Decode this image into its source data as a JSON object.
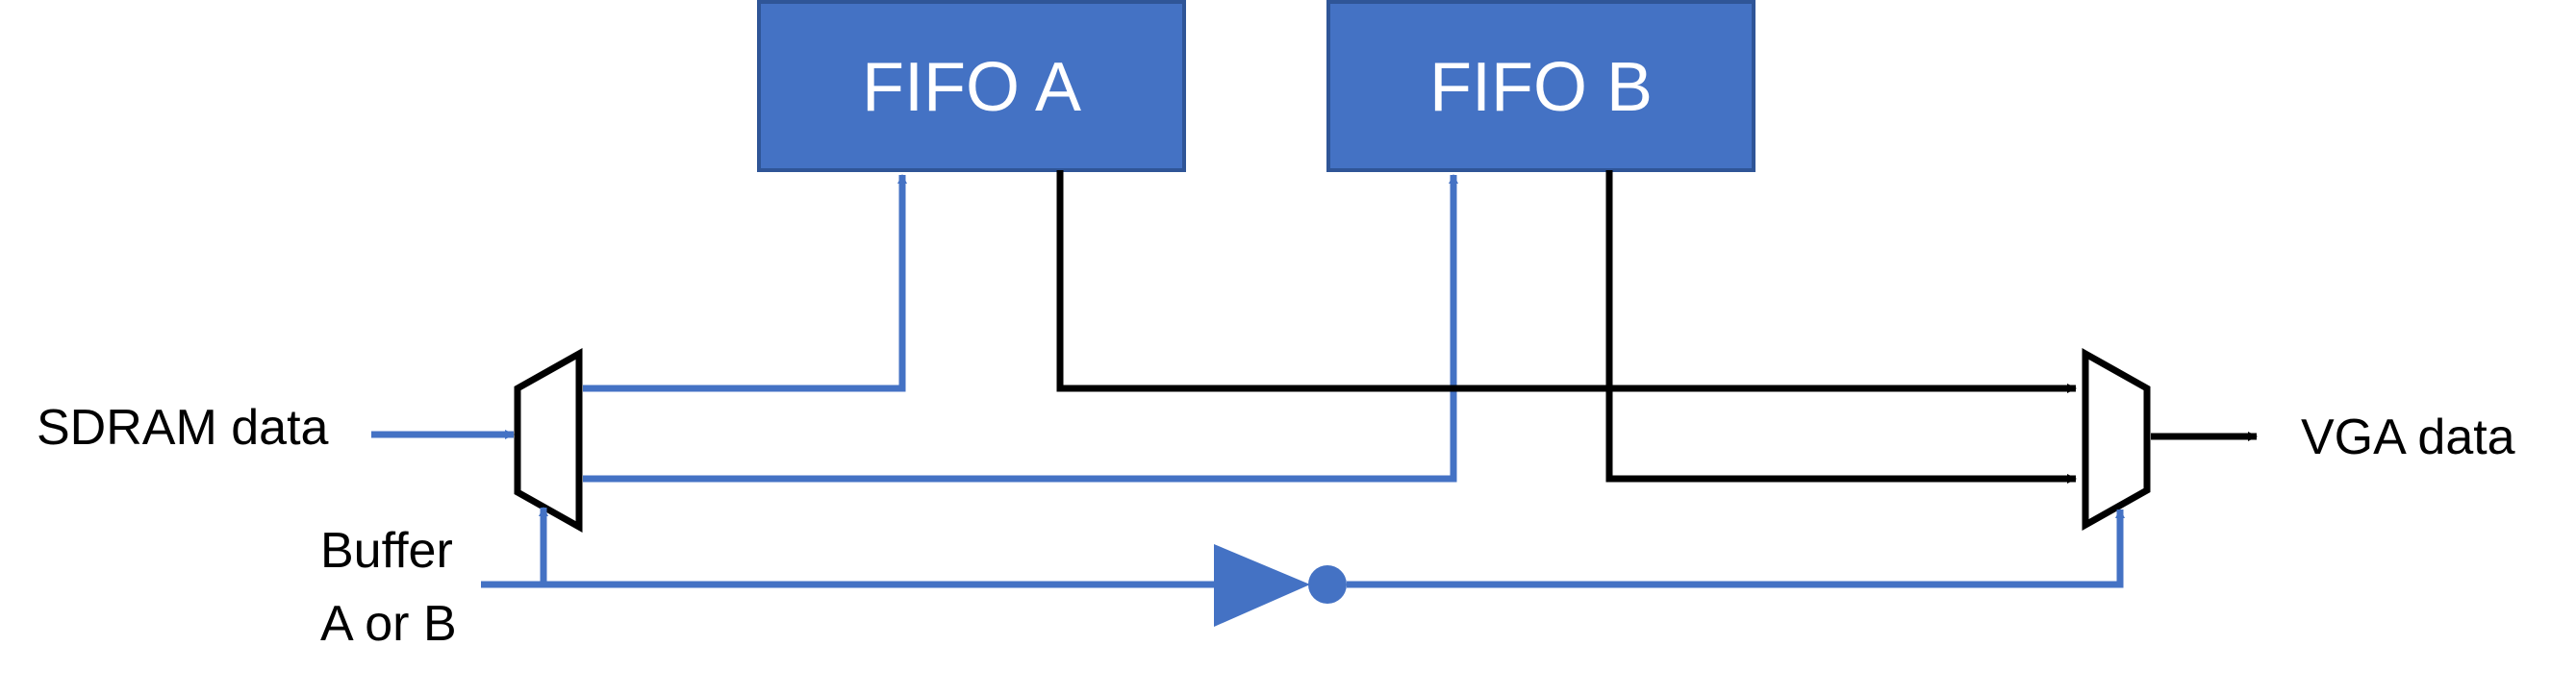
{
  "colors": {
    "accent": "#4472C4",
    "box_fill": "#4472C4",
    "box_border": "#2F5597",
    "wire_black": "#000000",
    "text": "#000000",
    "box_text": "#ffffff"
  },
  "blocks": {
    "fifo_a": "FIFO A",
    "fifo_b": "FIFO B"
  },
  "labels": {
    "sdram_data": "SDRAM data",
    "buffer_line1": "Buffer",
    "buffer_line2": "A or B",
    "vga_data": "VGA data"
  },
  "components": {
    "demux": "demultiplexer",
    "mux": "multiplexer",
    "inverter": "not-gate"
  }
}
